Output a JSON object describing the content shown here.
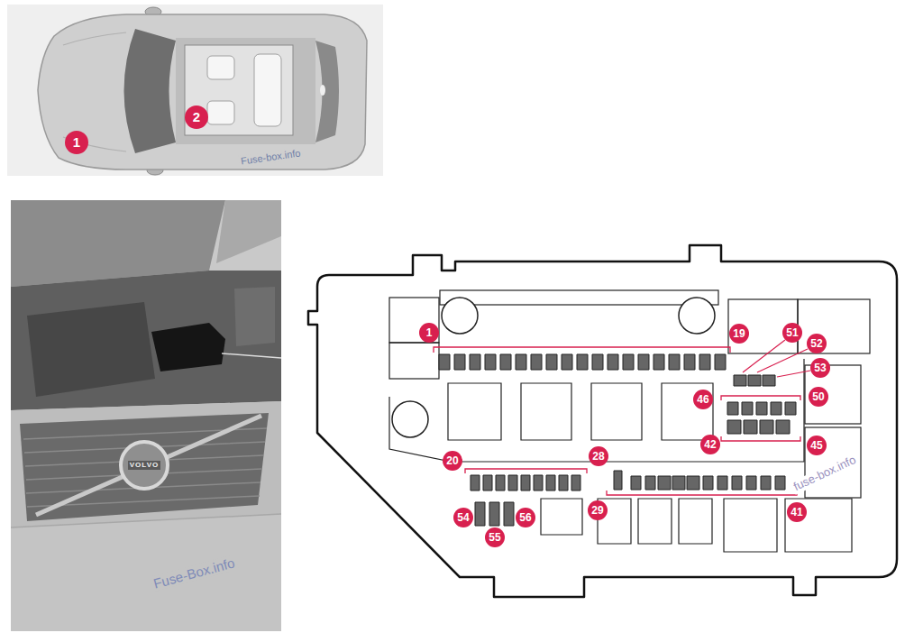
{
  "diagram": {
    "labels": [
      "1",
      "2",
      "Fuse-box.info",
      "VOLVO",
      "Fuse-Box.info",
      "1",
      "19",
      "51",
      "52",
      "53",
      "46",
      "50",
      "42",
      "45",
      "20",
      "28",
      "29",
      "41",
      "54",
      "55",
      "56",
      "fuse-box.info"
    ]
  }
}
